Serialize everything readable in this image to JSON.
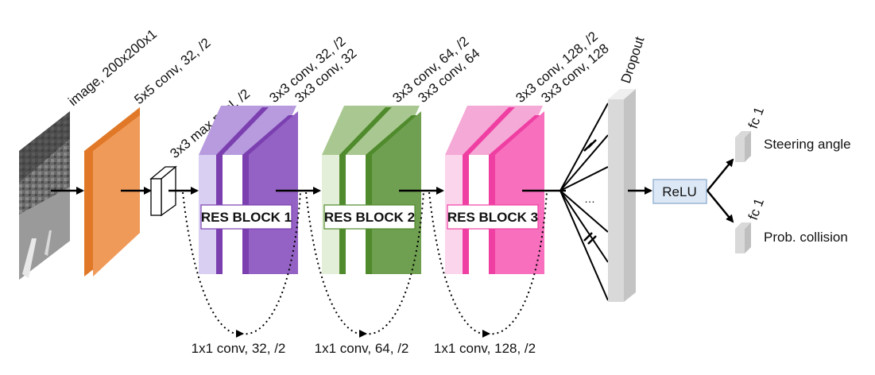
{
  "input_label": "image, 200x200x1",
  "conv1_label": "5x5 conv, 32, /2",
  "pool_label": "3x3 max pool, /2",
  "blocks": [
    {
      "title": "RES BLOCK 1",
      "conv_a": "3x3 conv, 32, /2",
      "conv_b": "3x3 conv, 32",
      "skip": "1x1 conv, 32, /2",
      "colors": {
        "light": "#d9cff3",
        "mid": "#7b3fb0",
        "dark": "#9462c4",
        "top": "#b79bde"
      }
    },
    {
      "title": "RES BLOCK 2",
      "conv_a": "3x3 conv, 64, /2",
      "conv_b": "3x3 conv, 64",
      "skip": "1x1 conv, 64, /2",
      "colors": {
        "light": "#e4efd9",
        "mid": "#4f8a2c",
        "dark": "#6f9f50",
        "top": "#a9c891"
      }
    },
    {
      "title": "RES BLOCK 3",
      "conv_a": "3x3 conv, 128, /2",
      "conv_b": "3x3 conv, 128",
      "skip": "1x1 conv, 128, /2",
      "colors": {
        "light": "#fbd5ec",
        "mid": "#ef3fa3",
        "dark": "#f76fbd",
        "top": "#f5a9d6"
      }
    }
  ],
  "dropout_label": "Dropout",
  "ellipsis": "…",
  "relu_label": "ReLU",
  "outputs": [
    {
      "fc_label": "fc 1",
      "name": "Steering angle"
    },
    {
      "fc_label": "fc 1",
      "name": "Prob. collision"
    }
  ],
  "colors": {
    "conv1": "#f09a5a",
    "conv1_side": "#e07828",
    "dropout": "#d9d9d9",
    "relu_fill": "#dce8f5",
    "relu_stroke": "#9bb5d4",
    "fc": "#d9d9d9"
  }
}
